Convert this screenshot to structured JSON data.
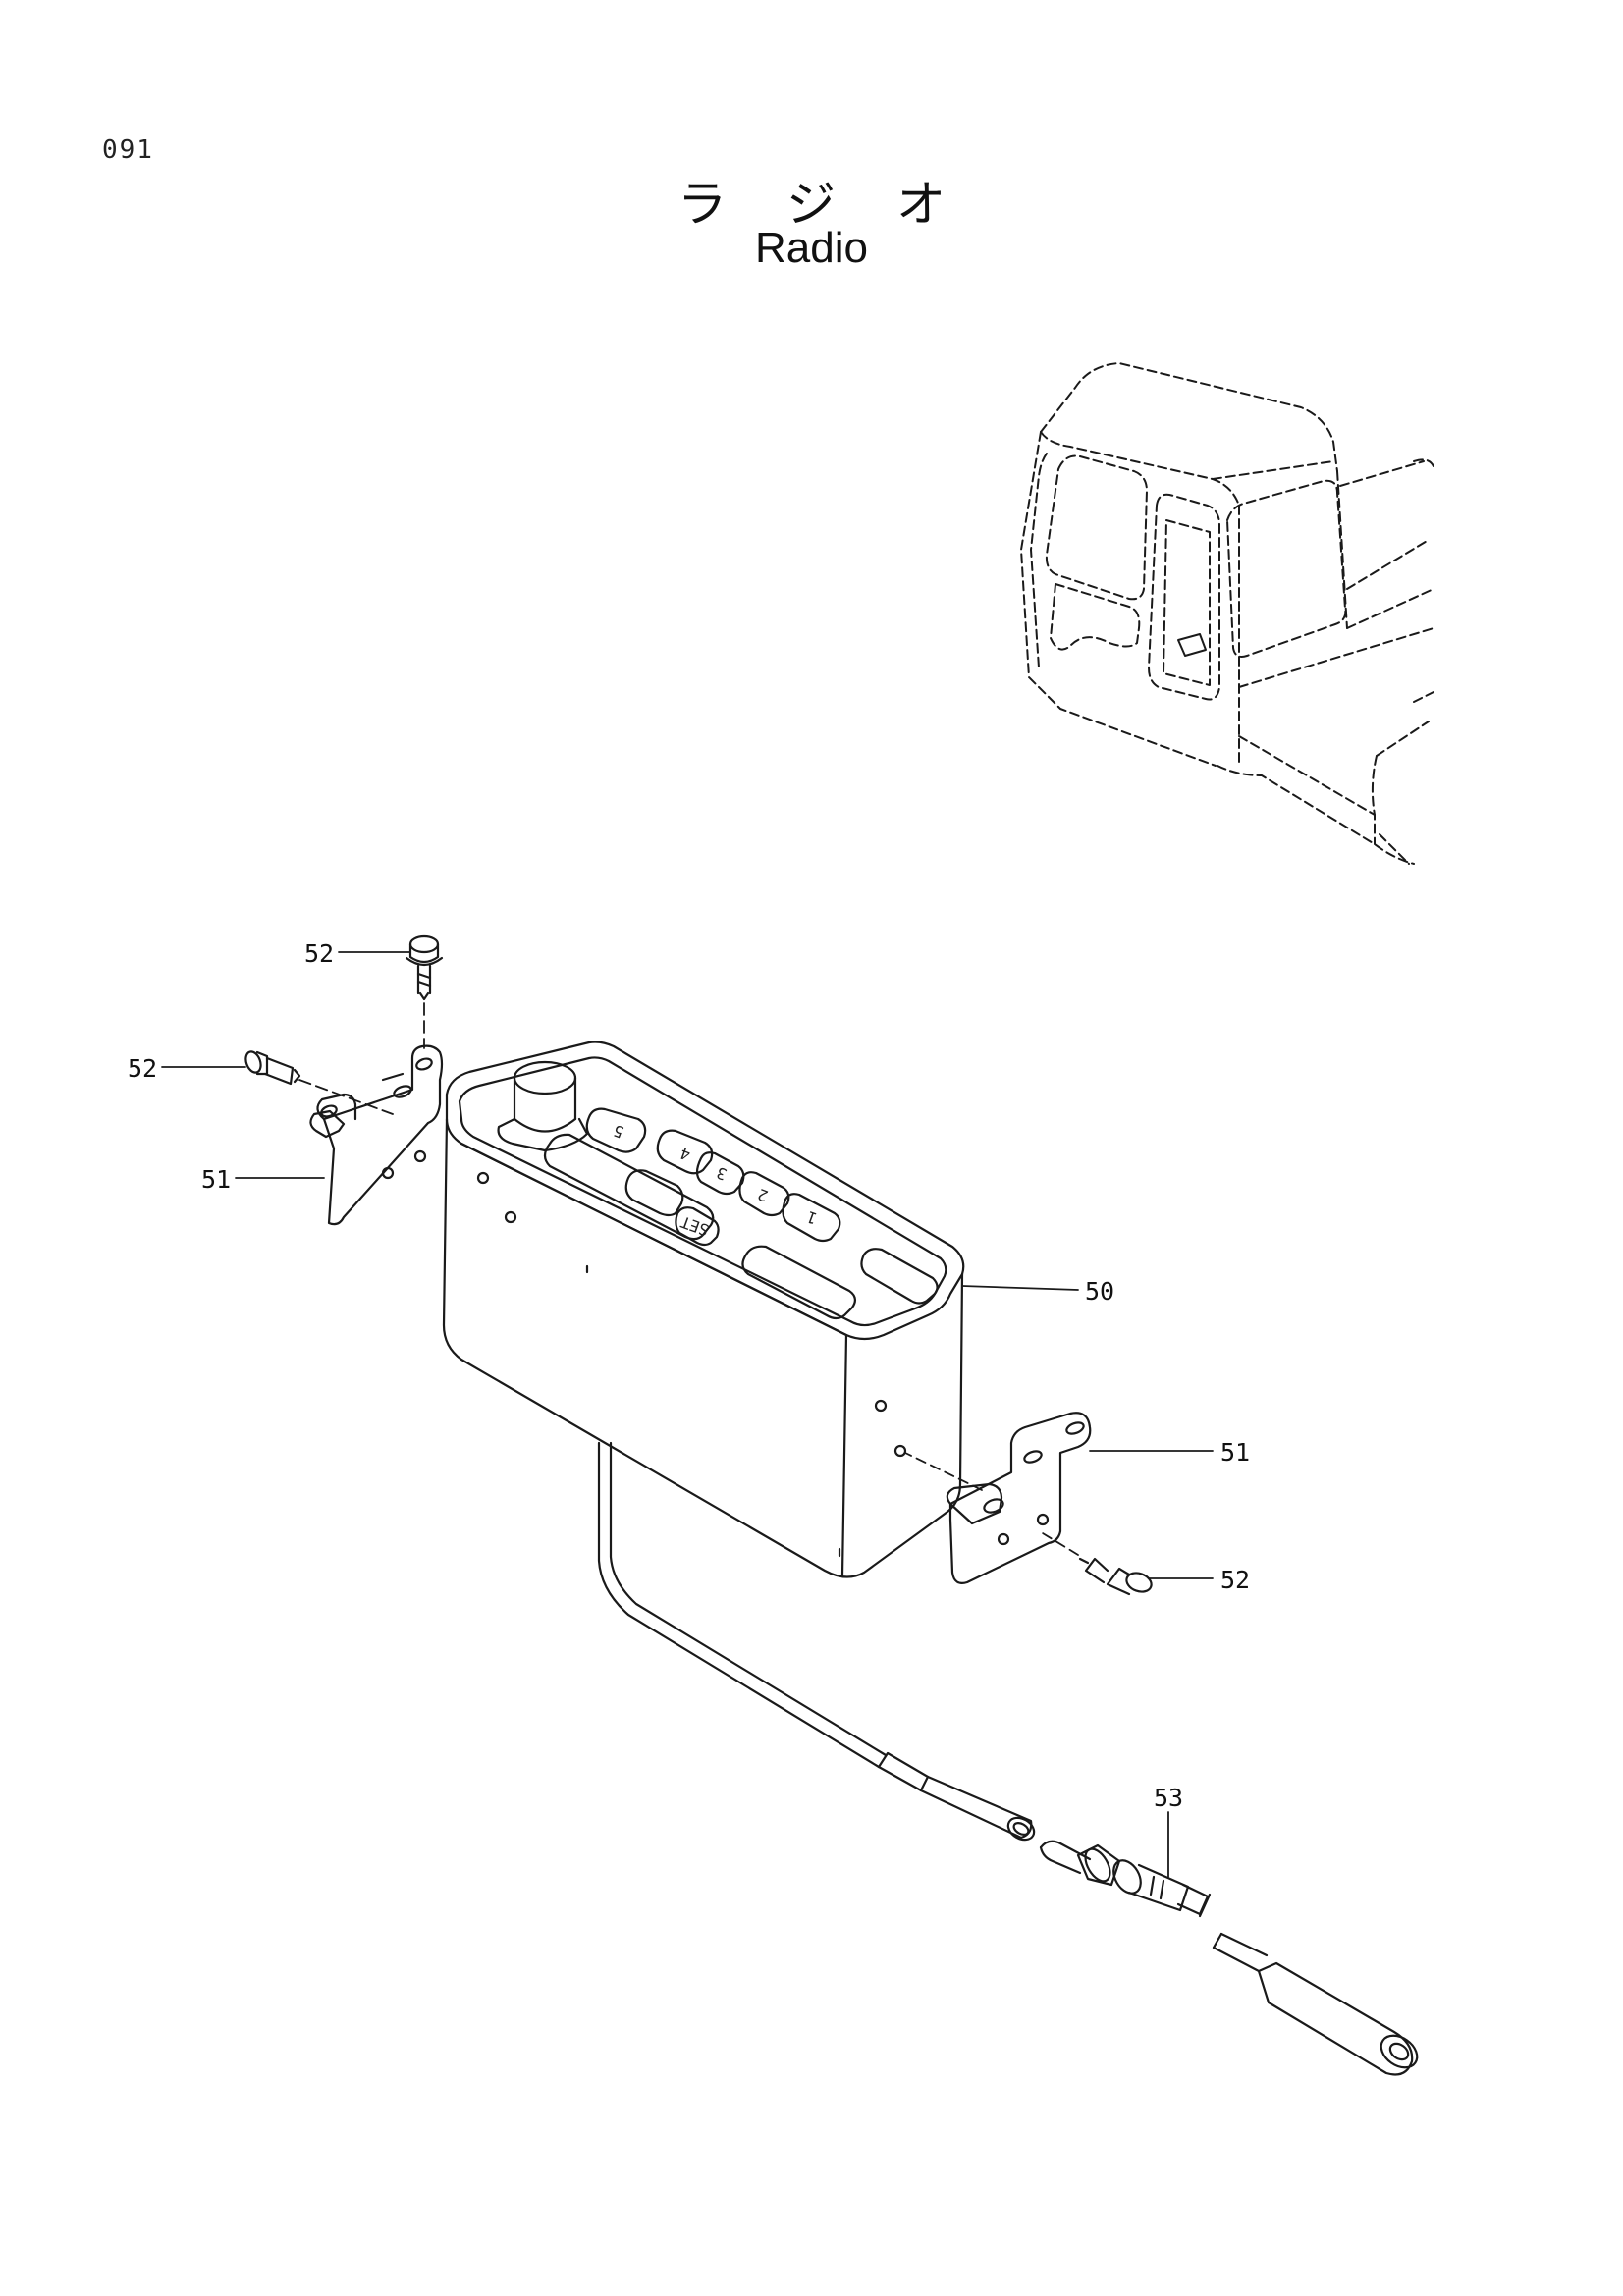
{
  "header": {
    "page_code": "091",
    "title_jp": "ラジオ",
    "title_en": "Radio"
  },
  "callouts": {
    "radio": "50",
    "bracket": "51",
    "bolt": "52",
    "antenna_adapter": "53"
  },
  "radio_keys": [
    "5",
    "4",
    "3",
    "2",
    "1",
    "SET"
  ],
  "colors": {
    "line": "#1a1a1a",
    "background": "#ffffff"
  }
}
